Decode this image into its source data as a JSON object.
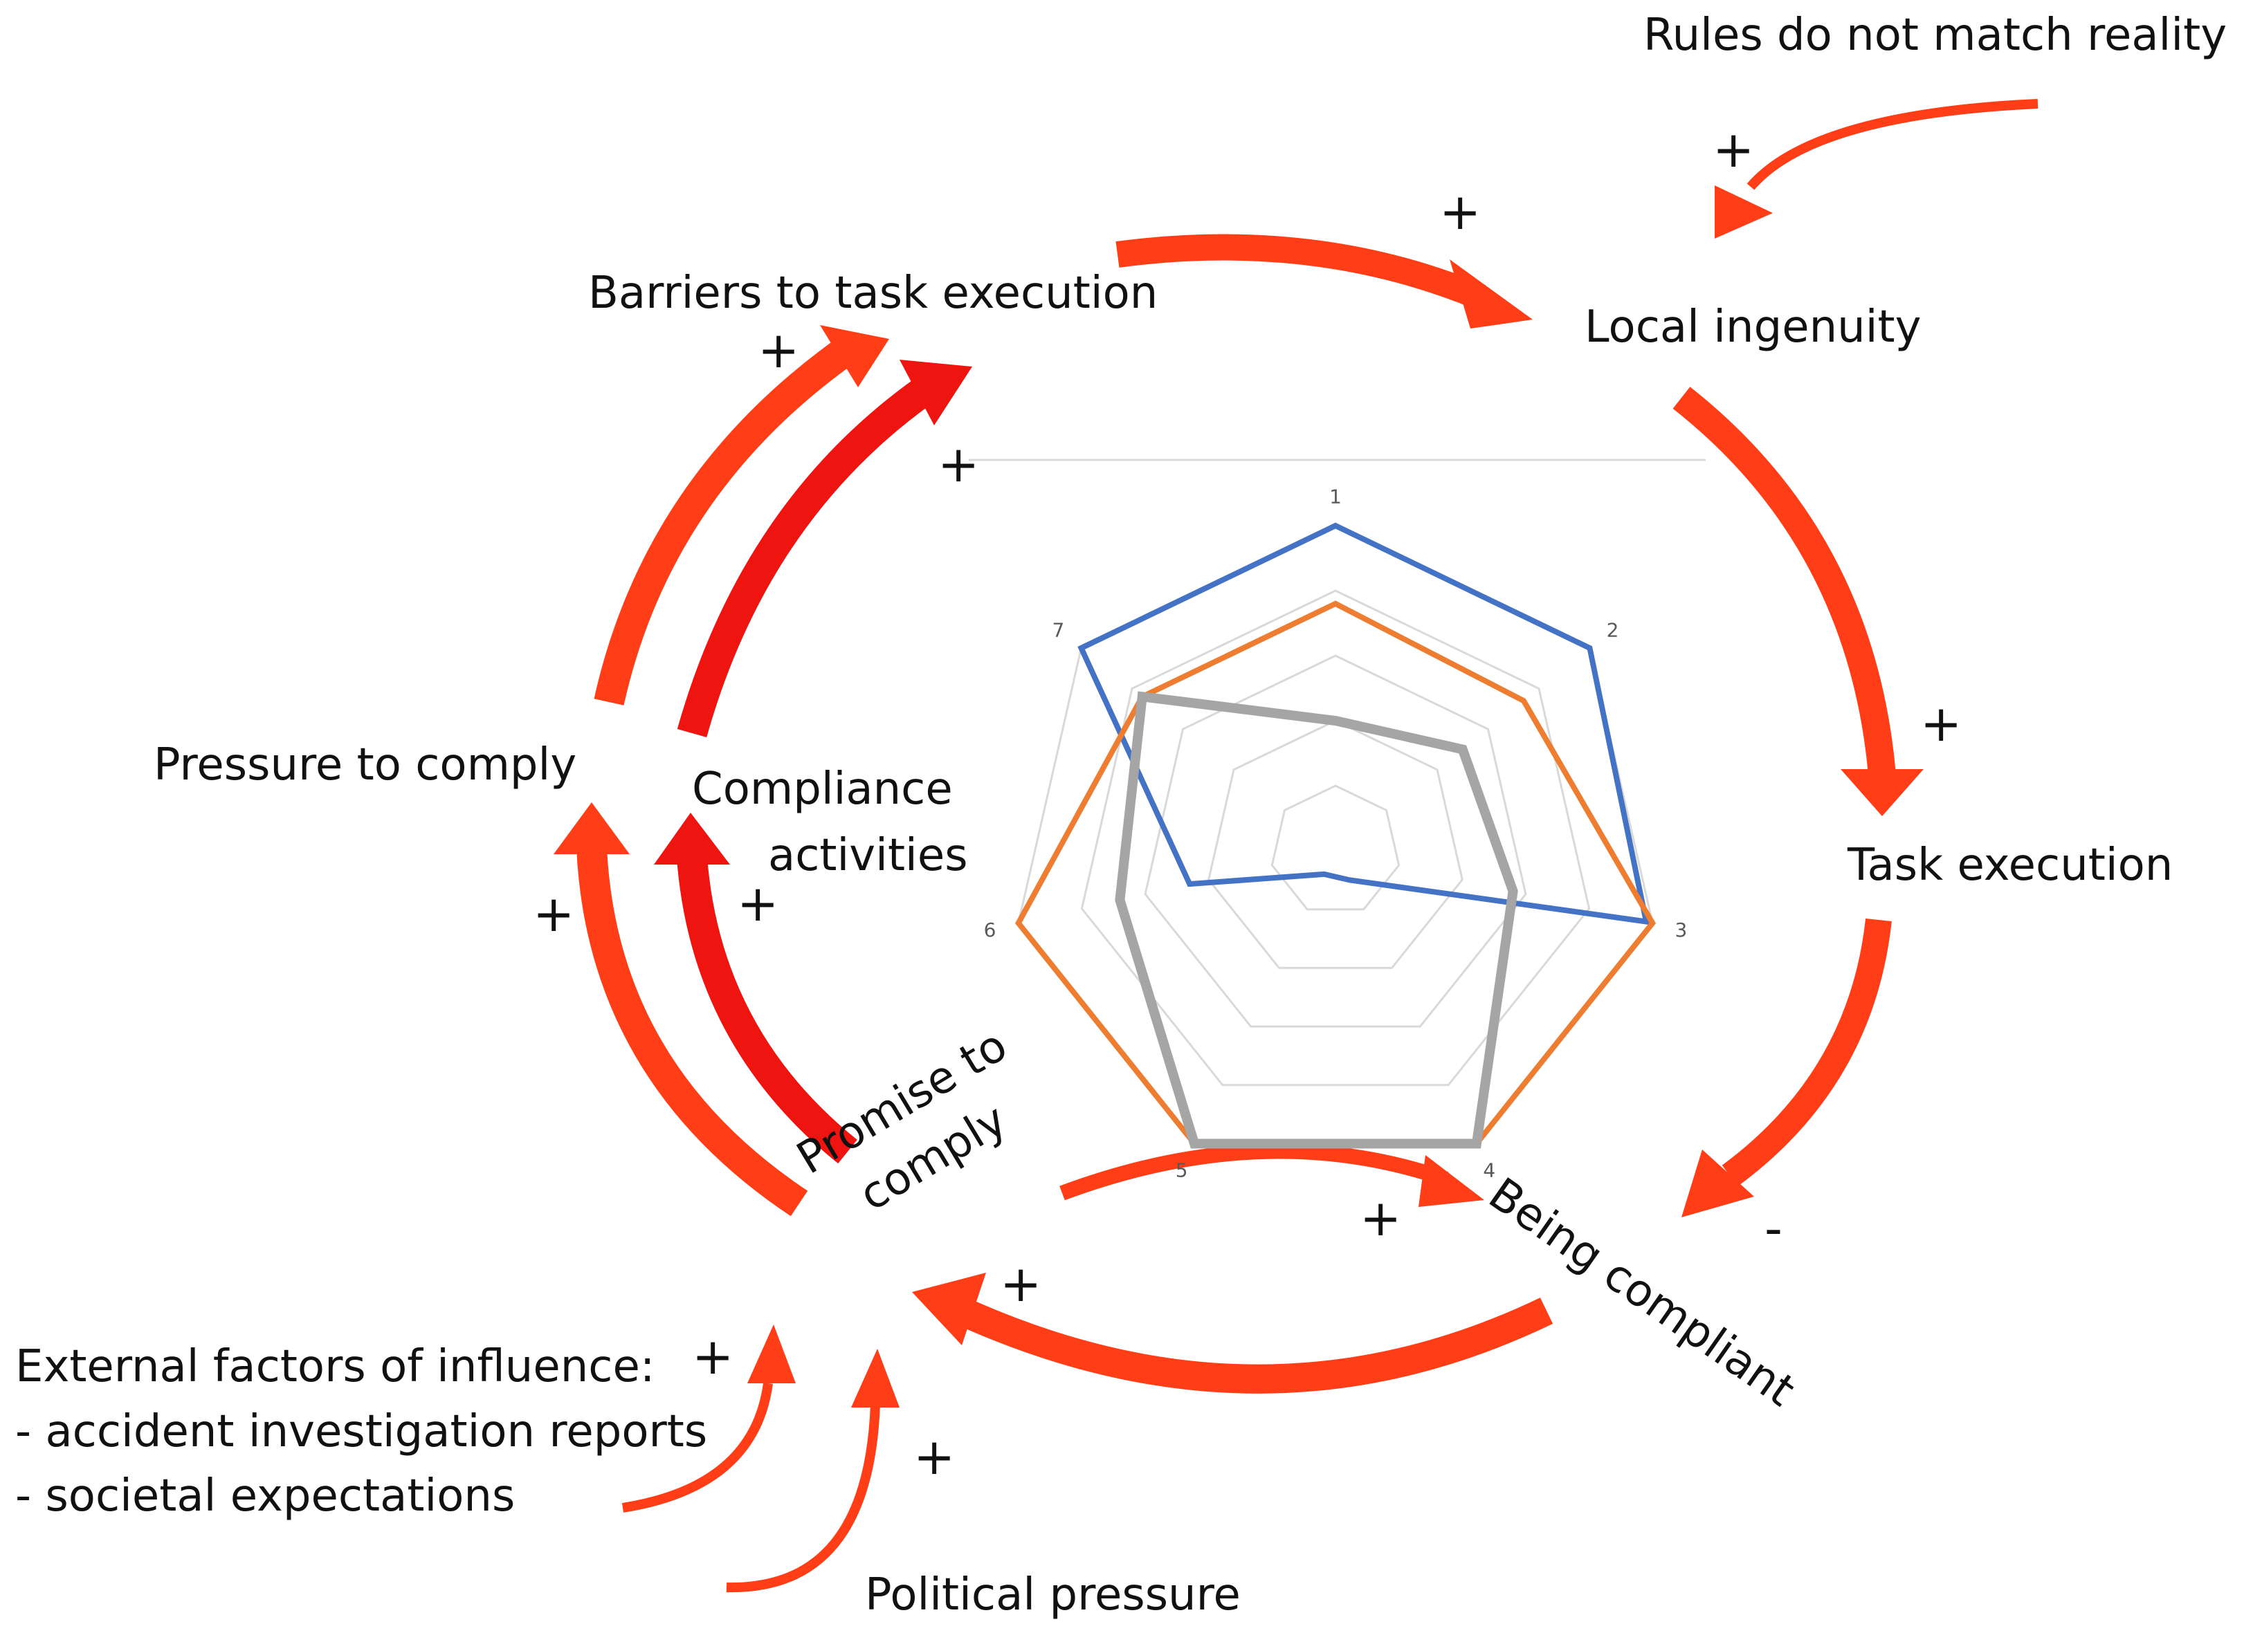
{
  "nodes": {
    "rules_mismatch": "Rules do not match reality",
    "local_ingenuity": "Local ingenuity",
    "barriers": "Barriers to task execution",
    "task_execution": "Task execution",
    "pressure": "Pressure to comply",
    "compliance_line1": "Compliance",
    "compliance_line2": "activities",
    "promise_line1": "Promise to",
    "promise_line2": "comply",
    "being_compliant": "Being compliant",
    "external_title": "External factors of influence:",
    "external_item1": "- accident investigation reports",
    "external_item2": "- societal expectations",
    "political": "Political pressure"
  },
  "signs": {
    "rules_to_ingenuity": "+",
    "barriers_to_ingenuity": "+",
    "ingenuity_to_task": "+",
    "task_to_compliant": "-",
    "promise_to_compliant": "+",
    "compliant_to_promise": "+",
    "pressure_to_barriers": "+",
    "compliance_to_barriers": "+",
    "promise_to_pressure": "+",
    "promise_to_compliance": "+",
    "external_to_promise": "+",
    "political_to_promise": "+"
  },
  "colors": {
    "arrow": "#ff3d16",
    "arrow_dark": "#ee1410",
    "radar_blue": "#4472c4",
    "radar_orange": "#ed7d31",
    "radar_gray": "#a5a5a5",
    "radar_grid": "#d9d9d9",
    "text": "#111111"
  },
  "chart_data": {
    "type": "radar",
    "categories": [
      "1",
      "2",
      "3",
      "4",
      "5",
      "6",
      "7"
    ],
    "max": 5,
    "rings": 5,
    "series": [
      {
        "values": [
          5,
          5,
          4.9,
          0.5,
          0.4,
          2.3,
          5
        ]
      },
      {
        "values": [
          3.8,
          3.7,
          5,
          5,
          5,
          5,
          3.8
        ]
      },
      {
        "values": [
          2,
          2.5,
          2.8,
          5,
          5,
          3.4,
          3.8
        ]
      }
    ]
  }
}
